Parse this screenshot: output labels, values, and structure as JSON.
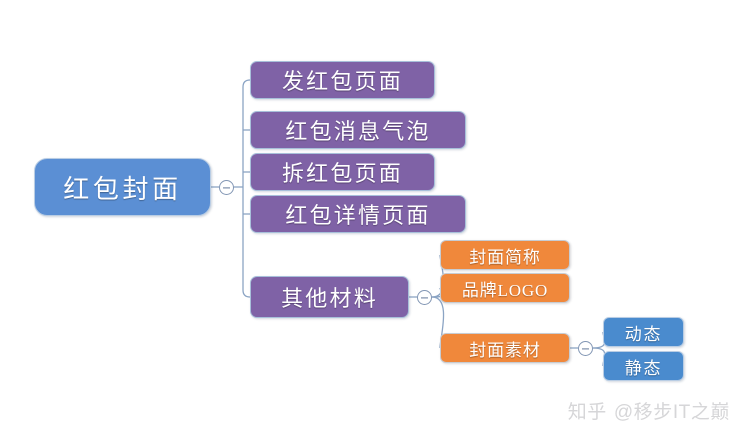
{
  "diagram": {
    "type": "mindmap",
    "background_color": "#ffffff",
    "connector_color": "#8ba4c4",
    "root": {
      "label": "红包封面",
      "color": "#5b8fd4",
      "collapse_toggle": "minus-icon"
    },
    "branches": [
      {
        "label": "发红包页面",
        "color": "#7f62a6"
      },
      {
        "label": "红包消息气泡",
        "color": "#7f62a6"
      },
      {
        "label": "拆红包页面",
        "color": "#7f62a6"
      },
      {
        "label": "红包详情页面",
        "color": "#7f62a6"
      },
      {
        "label": "其他材料",
        "color": "#7f62a6",
        "collapse_toggle": "minus-icon",
        "children": [
          {
            "label": "封面简称",
            "color": "#f0883b"
          },
          {
            "label": "品牌LOGO",
            "color": "#f0883b"
          },
          {
            "label": "封面素材",
            "color": "#f0883b",
            "collapse_toggle": "minus-icon",
            "children": [
              {
                "label": "动态",
                "color": "#4a8bce"
              },
              {
                "label": "静态",
                "color": "#4a8bce"
              }
            ]
          }
        ]
      }
    ]
  },
  "watermark": {
    "site": "知乎",
    "author": "@移步IT之巅",
    "color": "#d6d6d8"
  }
}
